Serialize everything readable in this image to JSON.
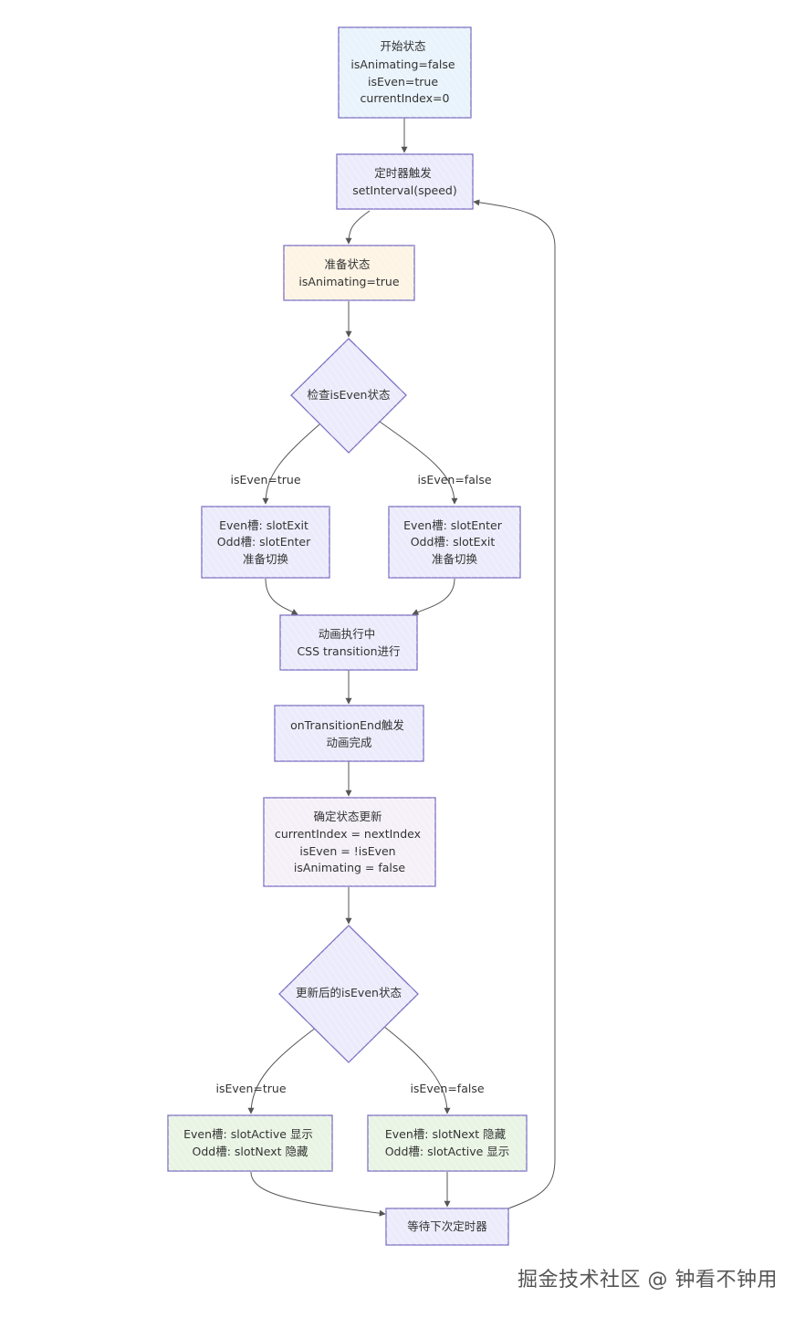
{
  "colors": {
    "stroke": "#7e72c4",
    "edge": "#555555",
    "start_fill": "#e9f3fb",
    "prep_fill": "#fdf4e4",
    "default_fill": "#ecebfb",
    "update_fill": "#f5f0f8",
    "result_fill": "#e9f4e4"
  },
  "nodes": {
    "start": [
      "开始状态",
      "isAnimating=false",
      "isEven=true",
      "currentIndex=0"
    ],
    "timer": [
      "定时器触发",
      "setInterval(speed)"
    ],
    "prepare": [
      "准备状态",
      "isAnimating=true"
    ],
    "check1": [
      "检查isEven状态"
    ],
    "left1": [
      "Even槽: slotExit",
      "Odd槽: slotEnter",
      "准备切换"
    ],
    "right1": [
      "Even槽: slotEnter",
      "Odd槽: slotExit",
      "准备切换"
    ],
    "animating": [
      "动画执行中",
      "CSS transition进行"
    ],
    "transend": [
      "onTransitionEnd触发",
      "动画完成"
    ],
    "confirm": [
      "确定状态更新",
      "currentIndex = nextIndex",
      "isEven = !isEven",
      "isAnimating = false"
    ],
    "check2": [
      "更新后的isEven状态"
    ],
    "left2": [
      "Even槽: slotActive 显示",
      "Odd槽: slotNext 隐藏"
    ],
    "right2": [
      "Even槽: slotNext 隐藏",
      "Odd槽: slotActive 显示"
    ],
    "wait": [
      "等待下次定时器"
    ]
  },
  "edge_labels": {
    "c1_true": "isEven=true",
    "c1_false": "isEven=false",
    "c2_true": "isEven=true",
    "c2_false": "isEven=false"
  },
  "watermark": "掘金技术社区 @ 钟看不钟用"
}
